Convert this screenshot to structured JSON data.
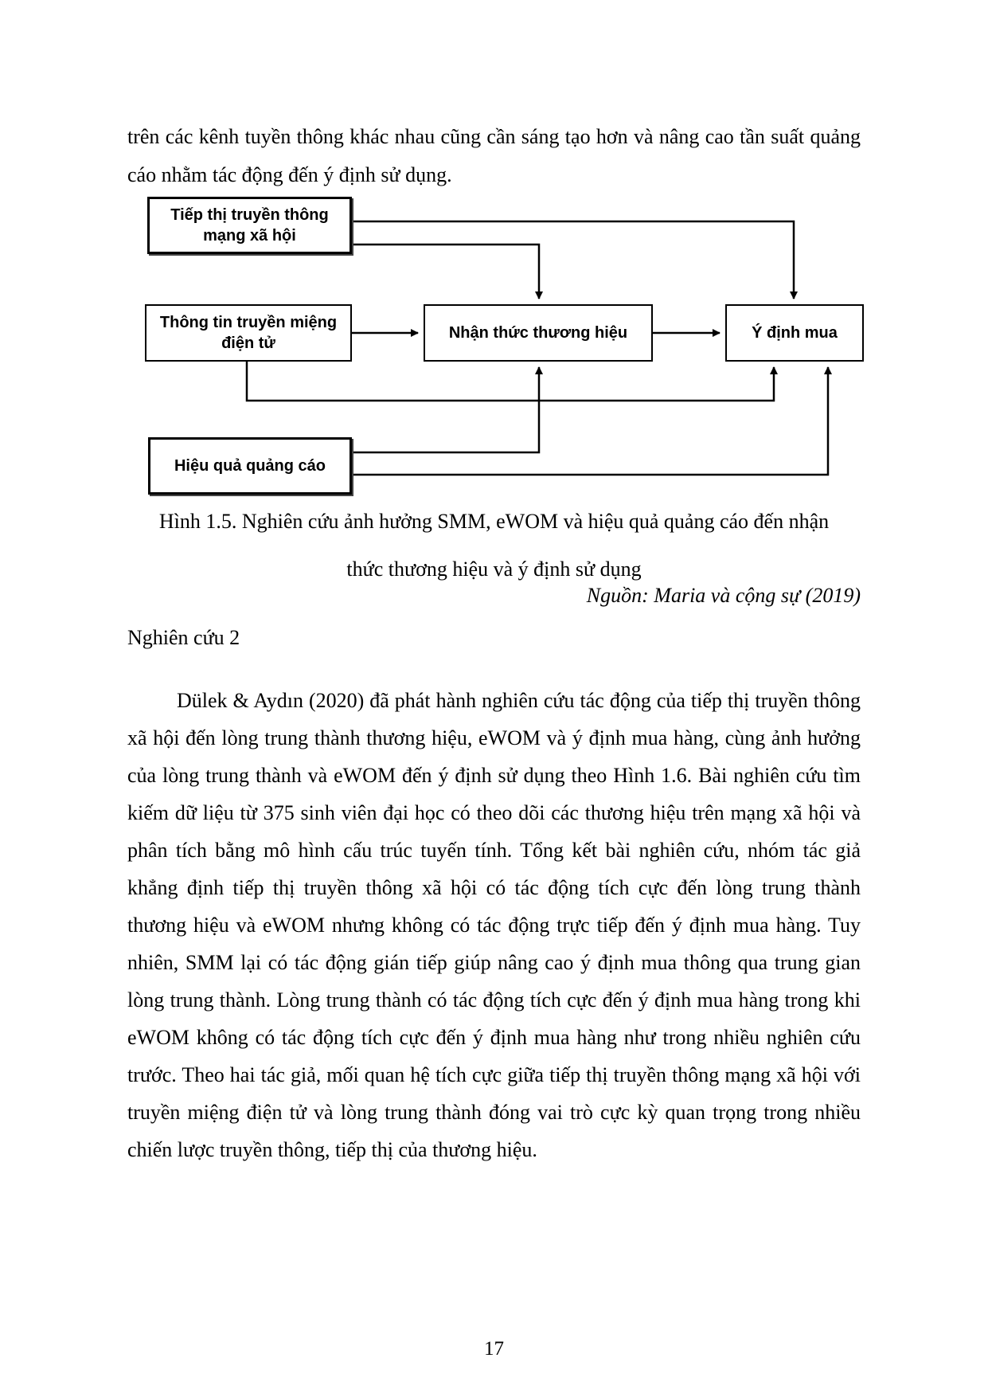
{
  "intro_paragraph": "trên các kênh tuyền thông khác nhau cũng cần sáng tạo hơn và nâng cao tần suất quảng cáo nhằm tác động đến ý định sử dụng.",
  "diagram": {
    "nodes": {
      "smm": {
        "line1": "Tiếp thị truyền thông",
        "line2": "mạng xã hội"
      },
      "ewom": {
        "line1": "Thông tin truyền miệng",
        "line2": "điện tử"
      },
      "brand": {
        "label": "Nhận thức thương hiệu"
      },
      "intent": {
        "label": "Ý định mua"
      },
      "ad": {
        "label": "Hiệu quả quảng cáo"
      }
    },
    "edges": [
      {
        "from": "Tiếp thị truyền thông mạng xã hội",
        "to": "Ý định mua"
      },
      {
        "from": "Tiếp thị truyền thông mạng xã hội",
        "to": "Nhận thức thương hiệu"
      },
      {
        "from": "Thông tin truyền miệng điện tử",
        "to": "Nhận thức thương hiệu"
      },
      {
        "from": "Nhận thức thương hiệu",
        "to": "Ý định mua"
      },
      {
        "from": "Thông tin truyền miệng điện tử",
        "to": "Ý định mua"
      },
      {
        "from": "Hiệu quả quảng cáo",
        "to": "Nhận thức thương hiệu"
      },
      {
        "from": "Hiệu quả quảng cáo",
        "to": "Ý định mua"
      }
    ],
    "line_color": "#000000"
  },
  "caption": {
    "line1": "Hình 1.5. Nghiên cứu ảnh hưởng SMM, eWOM và hiệu quả quảng cáo đến nhận",
    "line2": "thức thương hiệu và ý định sử dụng"
  },
  "source": "Nguồn: Maria và cộng sự (2019)",
  "section_heading": "Nghiên cứu 2",
  "main_paragraph": "Dülek & Aydın (2020) đã phát hành nghiên cứu tác động của tiếp thị truyền thông xã hội đến lòng trung thành thương hiệu, eWOM và ý định mua hàng, cùng ảnh hưởng của lòng trung thành và eWOM đến ý định sử dụng theo Hình 1.6. Bài nghiên cứu tìm kiếm dữ liệu từ 375 sinh viên đại học có theo dõi các thương hiệu trên mạng xã hội và phân tích bằng mô hình cấu trúc tuyến tính. Tổng kết bài nghiên cứu, nhóm tác giả khẳng định tiếp thị truyền thông xã hội có tác động tích cực đến lòng trung thành thương hiệu và eWOM nhưng không có tác động trực tiếp đến ý định mua hàng. Tuy nhiên, SMM lại có tác động gián tiếp giúp nâng cao ý định mua thông qua trung gian lòng trung thành. Lòng trung thành có tác động tích cực đến ý định mua hàng trong khi eWOM không có tác động tích cực đến ý định mua hàng như trong nhiều nghiên cứu trước. Theo hai tác giả, mối quan hệ tích cực giữa tiếp thị truyền thông mạng xã hội với truyền miệng điện tử và lòng trung thành đóng vai trò cực kỳ quan trọng trong nhiều chiến lược truyền thông, tiếp thị của thương hiệu.",
  "page_number": "17"
}
